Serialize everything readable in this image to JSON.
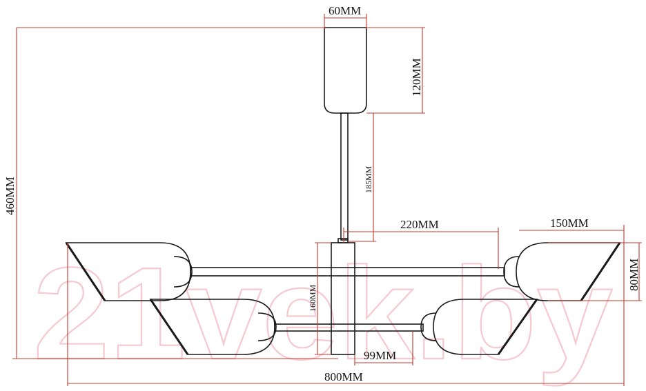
{
  "watermark": "21vek.by",
  "dimensions": {
    "canopy_width": "60MM",
    "canopy_height": "120MM",
    "rod_length": "185MM",
    "total_height": "460MM",
    "arm_length": "220MM",
    "shade_length": "150MM",
    "shade_height": "80MM",
    "body_height": "160MM",
    "lower_arm": "99MM",
    "total_width": "800MM"
  },
  "colors": {
    "line": "#1a1a1a",
    "dimension": "#c0392b",
    "watermark": "#f2b8c0"
  }
}
